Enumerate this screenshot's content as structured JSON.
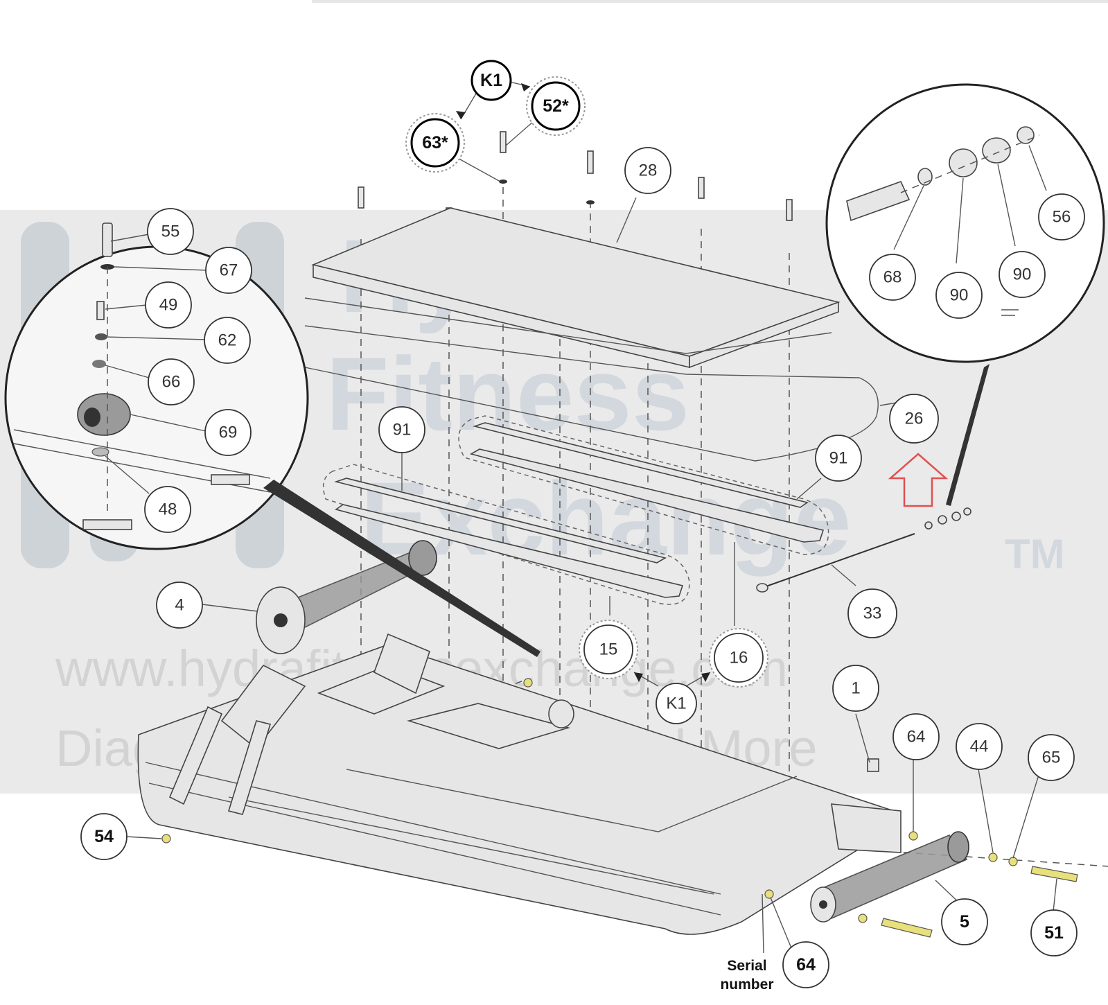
{
  "watermark": {
    "line1": "Hydra",
    "line2": "Fitness",
    "line3": "Exchange",
    "tm": "TM",
    "url": "www.hydrafitnessexchange.com",
    "tagline": "Diagrams | Parts Lists | And More"
  },
  "callouts": [
    {
      "id": "k1-top",
      "text": "K1",
      "style": "bold"
    },
    {
      "id": "52",
      "text": "52*",
      "style": "bold"
    },
    {
      "id": "63",
      "text": "63*",
      "style": "bold"
    },
    {
      "id": "28",
      "text": "28",
      "style": "normal"
    },
    {
      "id": "55",
      "text": "55",
      "style": "normal"
    },
    {
      "id": "67",
      "text": "67",
      "style": "normal"
    },
    {
      "id": "49",
      "text": "49",
      "style": "normal"
    },
    {
      "id": "62",
      "text": "62",
      "style": "normal"
    },
    {
      "id": "66",
      "text": "66",
      "style": "normal"
    },
    {
      "id": "69",
      "text": "69",
      "style": "normal"
    },
    {
      "id": "48",
      "text": "48",
      "style": "normal"
    },
    {
      "id": "56",
      "text": "56",
      "style": "normal"
    },
    {
      "id": "68",
      "text": "68",
      "style": "normal"
    },
    {
      "id": "90a",
      "text": "90",
      "style": "normal"
    },
    {
      "id": "90b",
      "text": "90",
      "style": "normal"
    },
    {
      "id": "26",
      "text": "26",
      "style": "normal"
    },
    {
      "id": "91a",
      "text": "91",
      "style": "normal"
    },
    {
      "id": "91b",
      "text": "91",
      "style": "normal"
    },
    {
      "id": "4",
      "text": "4",
      "style": "normal"
    },
    {
      "id": "33",
      "text": "33",
      "style": "normal"
    },
    {
      "id": "15",
      "text": "15",
      "style": "normal"
    },
    {
      "id": "16",
      "text": "16",
      "style": "normal"
    },
    {
      "id": "k1-bottom",
      "text": "K1",
      "style": "normal"
    },
    {
      "id": "1",
      "text": "1",
      "style": "normal"
    },
    {
      "id": "64a",
      "text": "64",
      "style": "normal"
    },
    {
      "id": "44",
      "text": "44",
      "style": "normal"
    },
    {
      "id": "65",
      "text": "65",
      "style": "normal"
    },
    {
      "id": "54",
      "text": "54",
      "style": "bold"
    },
    {
      "id": "5",
      "text": "5",
      "style": "bold"
    },
    {
      "id": "51",
      "text": "51",
      "style": "bold"
    },
    {
      "id": "64b",
      "text": "64",
      "style": "bold"
    }
  ],
  "serial_label": {
    "line1": "Serial",
    "line2": "number"
  }
}
